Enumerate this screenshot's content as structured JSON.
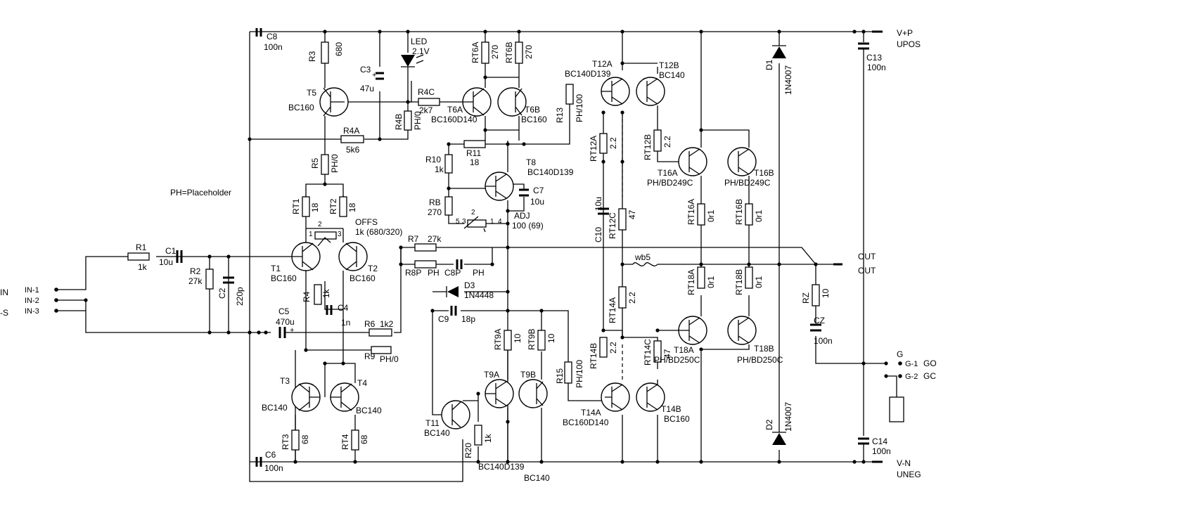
{
  "note": "PH=Placeholder",
  "rails": {
    "pos": "V+P",
    "pos_name": "UPOS",
    "neg": "V-N",
    "neg_name": "UNEG",
    "out1": "OUT",
    "out2": "OUT",
    "gnd": "G",
    "go": "GO",
    "gc": "GC",
    "g1": "G-1",
    "g2": "G-2"
  },
  "inputs": {
    "in": "IN",
    "s": "-S",
    "in1": "IN-1",
    "in2": "IN-2",
    "in3": "IN-3"
  },
  "resistors": [
    {
      "ref": "R1",
      "val": "1k"
    },
    {
      "ref": "R2",
      "val": "27k"
    },
    {
      "ref": "R3",
      "val": "680"
    },
    {
      "ref": "R4",
      "val": "1k"
    },
    {
      "ref": "R4A",
      "val": "5k6"
    },
    {
      "ref": "R4B",
      "val": "PH/0"
    },
    {
      "ref": "R4C",
      "val": "2k7"
    },
    {
      "ref": "R5",
      "val": "PH/0"
    },
    {
      "ref": "R6",
      "val": "1k2"
    },
    {
      "ref": "R7",
      "val": "27k"
    },
    {
      "ref": "R8P",
      "val": "PH"
    },
    {
      "ref": "R9",
      "val": "PH/0"
    },
    {
      "ref": "R10",
      "val": "1k"
    },
    {
      "ref": "R11",
      "val": "18"
    },
    {
      "ref": "R13",
      "val": "PH/100"
    },
    {
      "ref": "R15",
      "val": "PH/100"
    },
    {
      "ref": "R20",
      "val": "1k"
    },
    {
      "ref": "RB",
      "val": "270"
    },
    {
      "ref": "RT1",
      "val": "18"
    },
    {
      "ref": "RT2",
      "val": "18"
    },
    {
      "ref": "RT3",
      "val": "68"
    },
    {
      "ref": "RT4",
      "val": "68"
    },
    {
      "ref": "RT6A",
      "val": "270"
    },
    {
      "ref": "RT6B",
      "val": "270"
    },
    {
      "ref": "RT9A",
      "val": "10"
    },
    {
      "ref": "RT9B",
      "val": "10"
    },
    {
      "ref": "RT12A",
      "val": "2.2"
    },
    {
      "ref": "RT12B",
      "val": "2.2"
    },
    {
      "ref": "RT12C",
      "val": "47"
    },
    {
      "ref": "RT14A",
      "val": "2.2"
    },
    {
      "ref": "RT14B",
      "val": "2.2"
    },
    {
      "ref": "RT14C",
      "val": "47"
    },
    {
      "ref": "RT16A",
      "val": "0r1"
    },
    {
      "ref": "RT16B",
      "val": "0r1"
    },
    {
      "ref": "RT18A",
      "val": "0r1"
    },
    {
      "ref": "RT18B",
      "val": "0r1"
    },
    {
      "ref": "RZ",
      "val": "10"
    }
  ],
  "capacitors": [
    {
      "ref": "C1",
      "val": "10u"
    },
    {
      "ref": "C2",
      "val": "220p"
    },
    {
      "ref": "C3",
      "val": "47u"
    },
    {
      "ref": "C4",
      "val": "1n"
    },
    {
      "ref": "C5",
      "val": "470u"
    },
    {
      "ref": "C6",
      "val": "100n"
    },
    {
      "ref": "C7",
      "val": "10u"
    },
    {
      "ref": "C8",
      "val": "100n"
    },
    {
      "ref": "C8P",
      "val": "PH"
    },
    {
      "ref": "C9",
      "val": "18p"
    },
    {
      "ref": "C10",
      "val": "10u"
    },
    {
      "ref": "C13",
      "val": "100n"
    },
    {
      "ref": "C14",
      "val": "100n"
    },
    {
      "ref": "CZ",
      "val": "100n"
    }
  ],
  "transistors": [
    {
      "ref": "T1",
      "type": "BC160"
    },
    {
      "ref": "T2",
      "type": "BC160"
    },
    {
      "ref": "T3",
      "type": "BC140"
    },
    {
      "ref": "T4",
      "type": "BC140"
    },
    {
      "ref": "T5",
      "type": "BC160"
    },
    {
      "ref": "T6A",
      "type": "BC160D140"
    },
    {
      "ref": "T6B",
      "type": "BC160"
    },
    {
      "ref": "T8",
      "type": "BC140D139"
    },
    {
      "ref": "T9A",
      "type": "BC140D139"
    },
    {
      "ref": "T9B",
      "type": "BC140"
    },
    {
      "ref": "T11",
      "type": "BC140"
    },
    {
      "ref": "T12A",
      "type": "BC140D139"
    },
    {
      "ref": "T12B",
      "type": "BC140"
    },
    {
      "ref": "T14A",
      "type": "BC160D140"
    },
    {
      "ref": "T14B",
      "type": "BC160"
    },
    {
      "ref": "T16A",
      "type": "PH/BD249C"
    },
    {
      "ref": "T16B",
      "type": "PH/BD249C"
    },
    {
      "ref": "T18A",
      "type": "PH/BD250C"
    },
    {
      "ref": "T18B",
      "type": "PH/BD250C"
    }
  ],
  "diodes": [
    {
      "ref": "LED",
      "val": "2.1V"
    },
    {
      "ref": "D1",
      "val": "1N4007"
    },
    {
      "ref": "D2",
      "val": "1N4007"
    },
    {
      "ref": "D3",
      "val": "1N4448"
    }
  ],
  "pots": [
    {
      "ref": "OFFS",
      "val": "1k (680/320)"
    },
    {
      "ref": "ADJ",
      "val": "100 (69)"
    }
  ],
  "misc": {
    "wb5": "wb5",
    "plus": "+",
    "pins": {
      "p1": "1",
      "p2": "2",
      "p3": "3",
      "p4": "4",
      "p5": "5"
    }
  }
}
